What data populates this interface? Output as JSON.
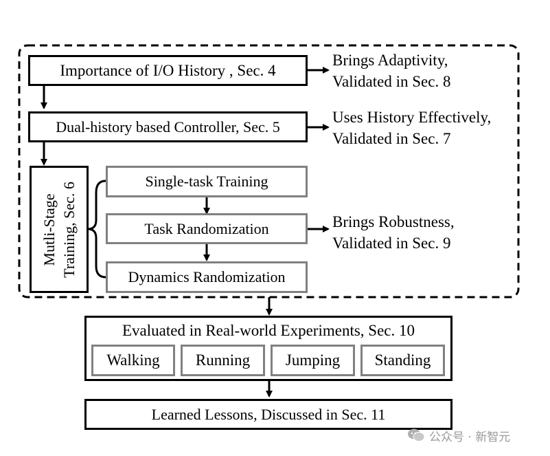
{
  "boxes": {
    "io_history": "Importance of I/O History , Sec. 4",
    "dual_history": "Dual-history based Controller, Sec. 5",
    "multi_stage_line1": "Mutli-Stage",
    "multi_stage_line2": "Training, Sec. 6",
    "single_task": "Single-task Training",
    "task_randomization": "Task Randomization",
    "dynamics_randomization": "Dynamics Randomization",
    "evaluated": "Evaluated in Real-world Experiments, Sec. 10",
    "learned": "Learned Lessons, Discussed in Sec. 11"
  },
  "experiments": [
    "Walking",
    "Running",
    "Jumping",
    "Standing"
  ],
  "notes": {
    "adaptivity_line1": "Brings Adaptivity,",
    "adaptivity_line2": "Validated in Sec. 8",
    "history_line1": "Uses History Effectively,",
    "history_line2": "Validated in Sec. 7",
    "robustness_line1": "Brings Robustness,",
    "robustness_line2": "Validated in Sec. 9"
  },
  "watermark": "公众号 · 新智元",
  "colors": {
    "primary_border": "#000000",
    "secondary_border": "#808080",
    "watermark": "#9a9a9a"
  }
}
